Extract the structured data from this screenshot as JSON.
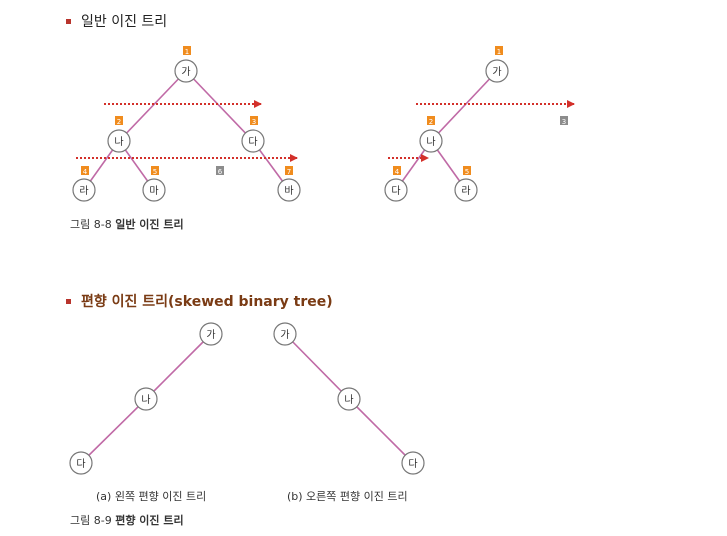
{
  "section_general": {
    "title": "일반 이진 트리"
  },
  "section_skewed": {
    "title": "편향 이진 트리(skewed binary tree)"
  },
  "tree_a": {
    "nodes": [
      "가",
      "나",
      "다",
      "라",
      "마",
      "바"
    ],
    "badges": [
      "1",
      "2",
      "3",
      "4",
      "5",
      "7"
    ],
    "gap_badge": "6"
  },
  "tree_b": {
    "nodes": [
      "가",
      "나",
      "다",
      "라"
    ],
    "badges": [
      "1",
      "2",
      "4",
      "5"
    ],
    "gap_badge": "3"
  },
  "left_skewed": {
    "nodes": [
      "가",
      "나",
      "다"
    ],
    "label": "(a) 왼쪽 편향 이진 트리"
  },
  "right_skewed": {
    "nodes": [
      "가",
      "나",
      "다"
    ],
    "label": "(b) 오른쪽 편향 이진 트리"
  },
  "fig_8_8": {
    "number": "그림 8-8",
    "title": "일반 이진 트리"
  },
  "fig_8_9": {
    "number": "그림 8-9",
    "title": "편향 이진 트리"
  },
  "colors": {
    "edge": "#c06aa6",
    "badge": "#f08c1e",
    "gap_badge": "#8c8c8c",
    "arrow": "#d3302a",
    "bullet": "#b8342c"
  }
}
